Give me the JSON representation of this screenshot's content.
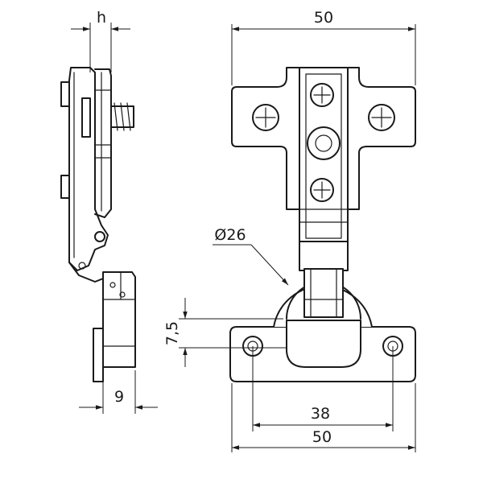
{
  "diagram": {
    "dimensions": {
      "hinge_overlay": "h",
      "overall_width_top": "50",
      "cup_diameter": "Ø26",
      "cup_offset": "7,5",
      "cup_depth": "9",
      "mount_hole_spacing": "38",
      "plate_width_bottom": "50"
    }
  }
}
